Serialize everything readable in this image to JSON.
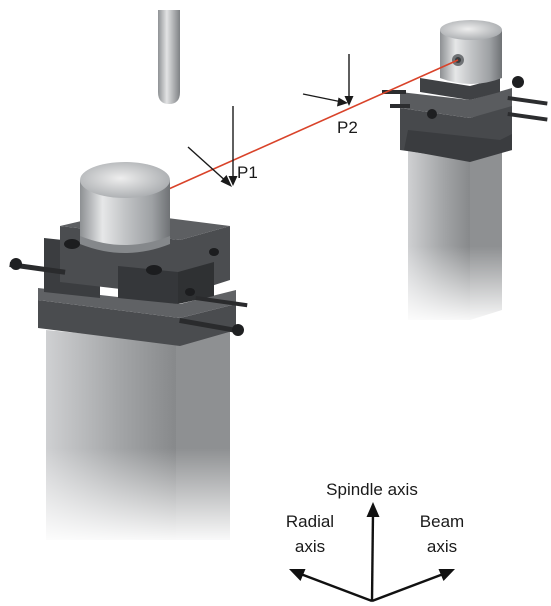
{
  "points": {
    "p1": "P1",
    "p2": "P2"
  },
  "axes": {
    "spindle": "Spindle axis",
    "radial_line1": "Radial",
    "radial_line2": "axis",
    "beam_line1": "Beam",
    "beam_line2": "axis"
  },
  "colors": {
    "laser_beam": "#d9432a",
    "housing_metal": "#b9bcbf",
    "clamp_dark": "#3d3f42",
    "column_grey": "#a9abad"
  },
  "icons": {
    "arrows": "arrow-icon"
  }
}
